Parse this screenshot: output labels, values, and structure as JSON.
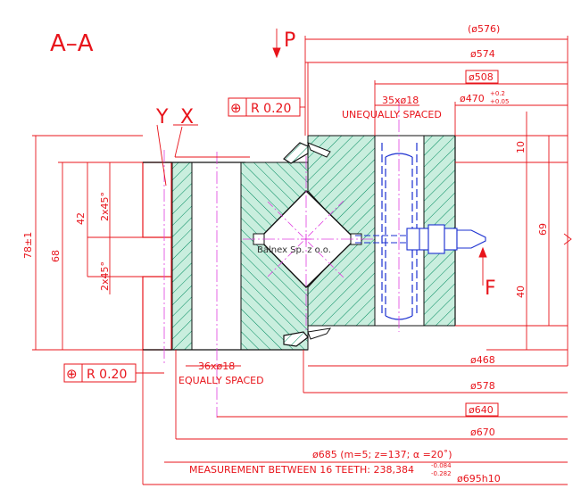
{
  "section": {
    "title": "A–A",
    "view_arrow_label": "P",
    "flank_labels": [
      "Y",
      "X"
    ],
    "force_label": "F"
  },
  "tolerance_frames": [
    {
      "symbol": "⊕",
      "value": "R 0.20"
    },
    {
      "symbol": "⊕",
      "value": "R 0.20"
    }
  ],
  "holes": {
    "top_pattern": "35xø18",
    "top_note": "UNEQUALLY SPACED",
    "bottom_pattern": "36xø18",
    "bottom_note": "EQUALLY SPACED"
  },
  "diameters": {
    "d576": "(ø576)",
    "d574": "ø574",
    "d508": "ø508",
    "d470_base": "ø470",
    "d470_upper": "+0.2",
    "d470_lower": "+0.05",
    "d468": "ø468",
    "d578": "ø578",
    "d640": "ø640",
    "d670": "ø670",
    "d685": "ø685 (m=5;  z=137;  α =20˚)",
    "measurement": "MEASUREMENT BETWEEN 16 TEETH:  238,384",
    "meas_upper": "-0.084",
    "meas_lower": "-0.282",
    "d695": "ø695h10"
  },
  "heights": {
    "total": "78±1",
    "h68": "68",
    "h42": "42",
    "chamfer_top": "2x45°",
    "chamfer_bottom": "2x45°",
    "h10": "10",
    "h69": "69",
    "h40": "40"
  },
  "watermark": "Balnex Sp. z o.o.",
  "colors": {
    "line": "#e8141b",
    "hatch": "#008a5e",
    "axis": "#e040e0",
    "bolt": "#1a2fd0",
    "fill": "#c9eede"
  }
}
